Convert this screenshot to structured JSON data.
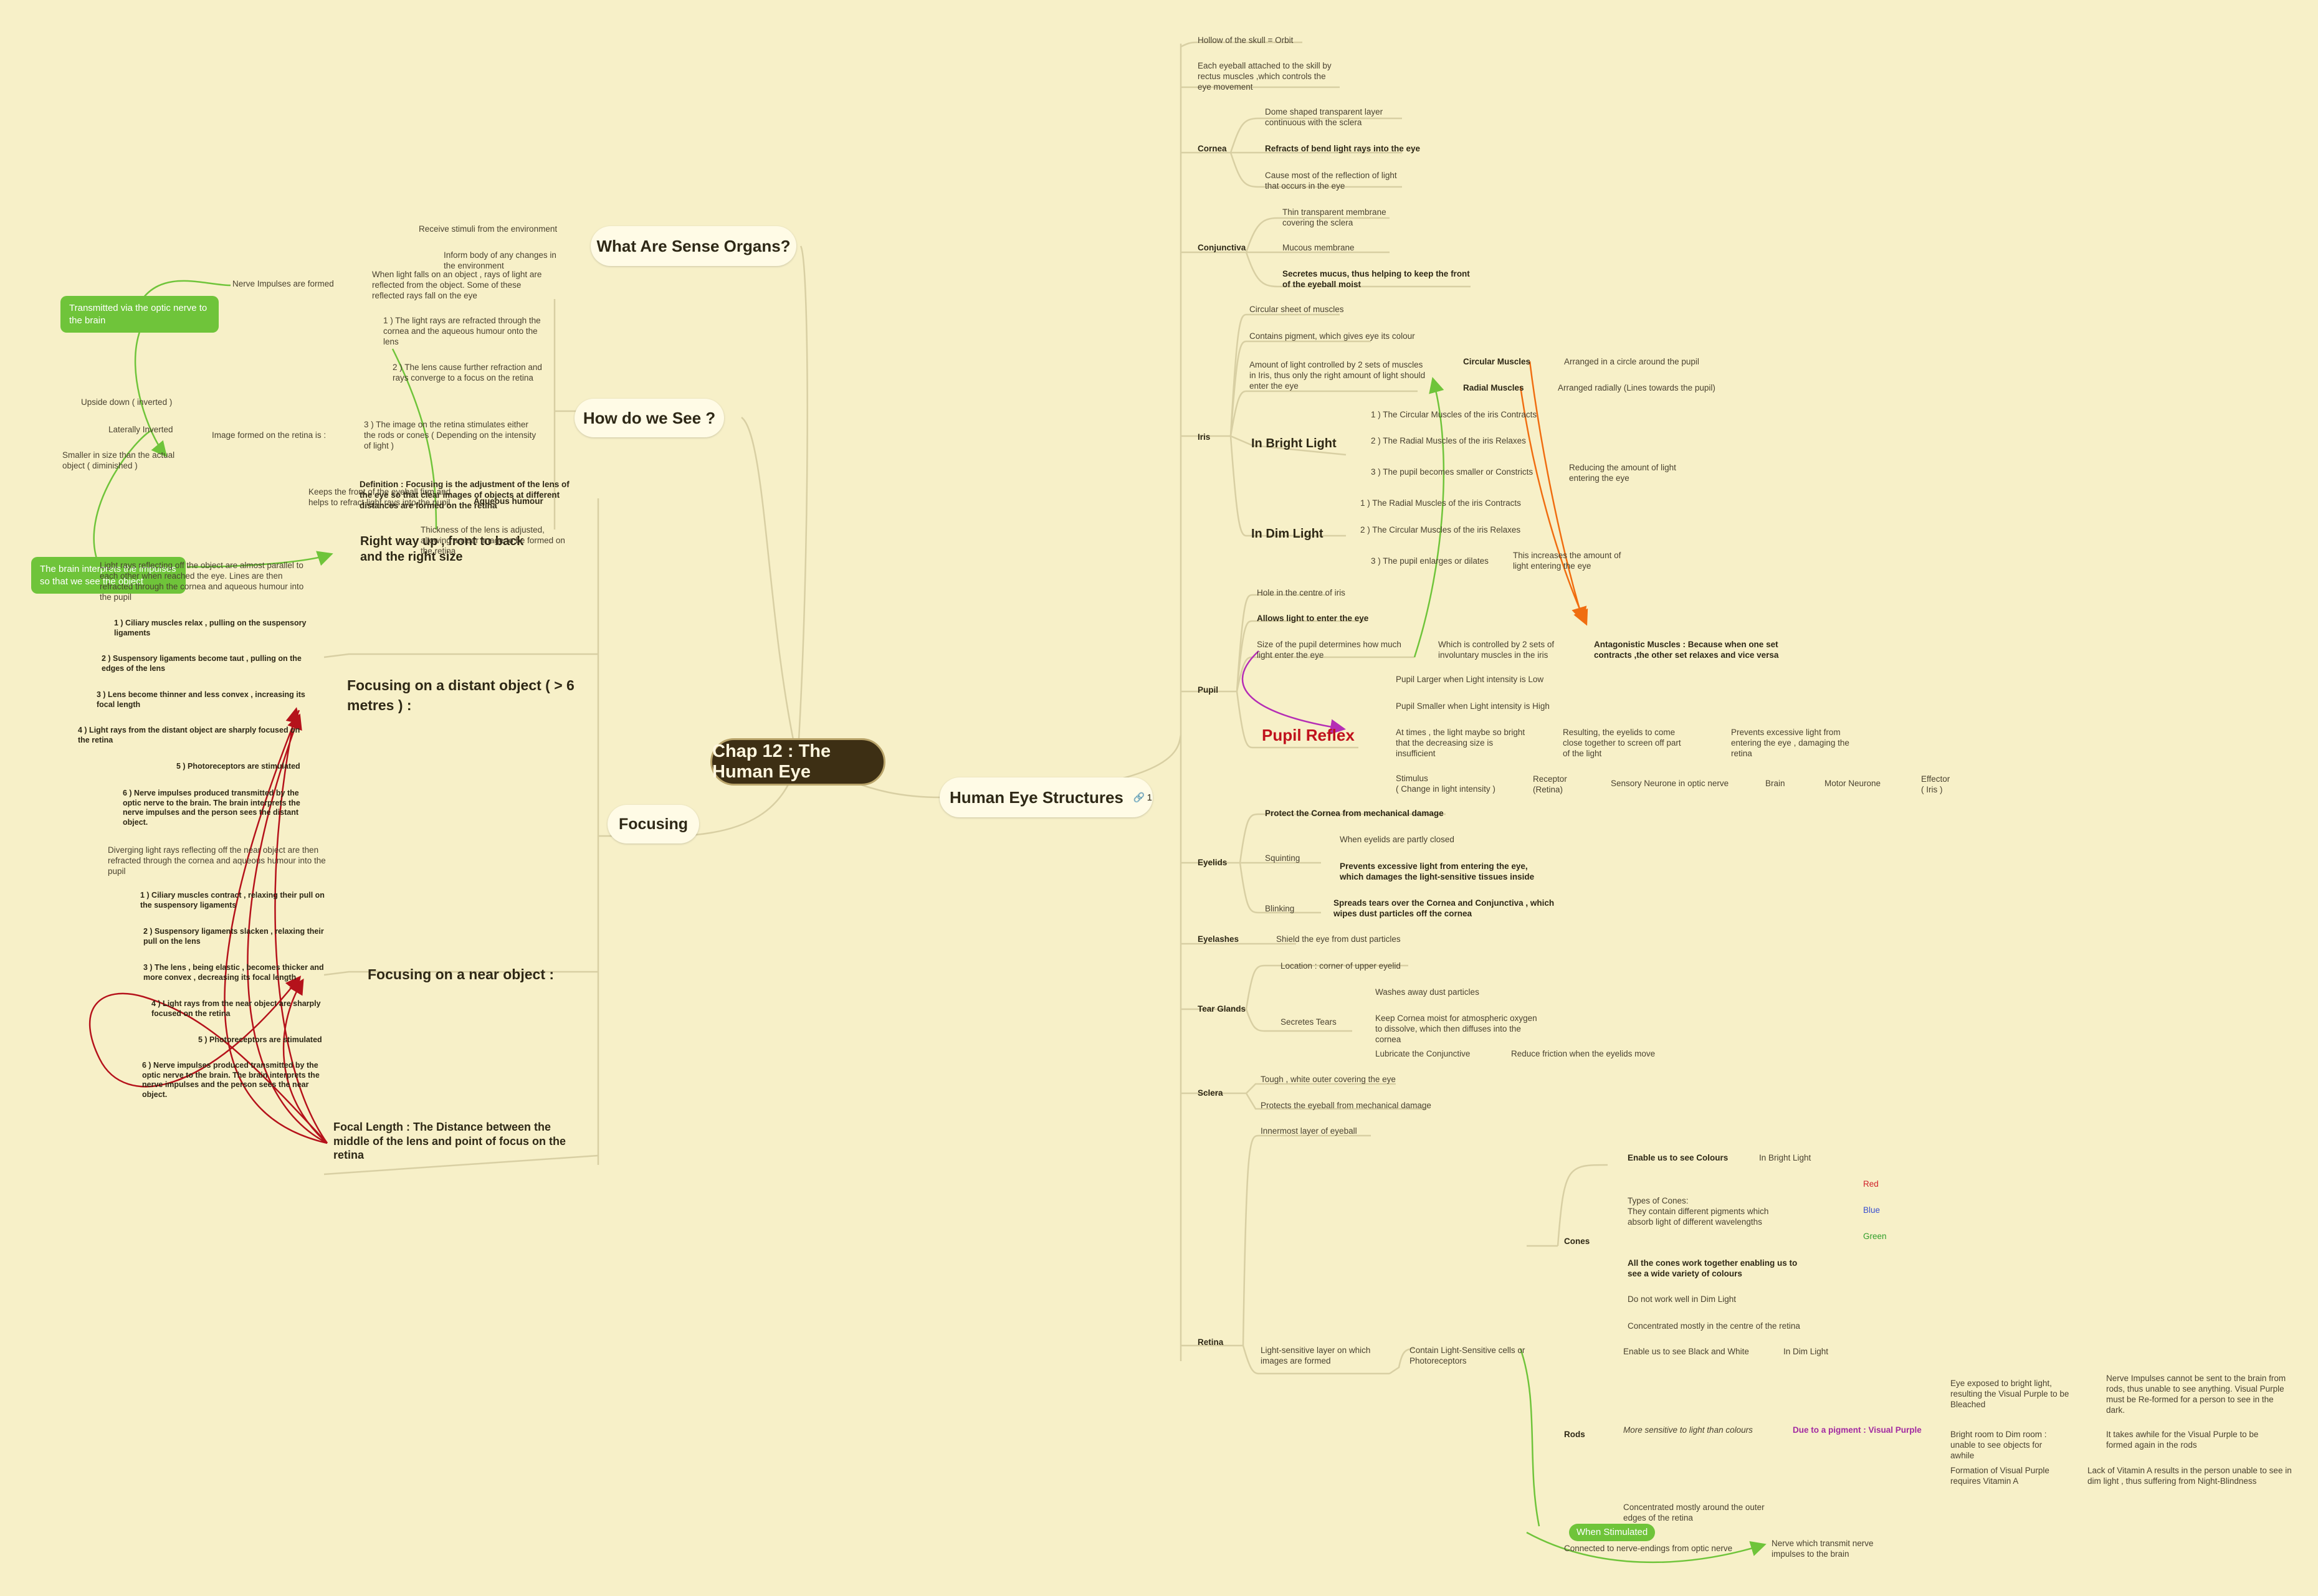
{
  "root": "Chap 12 : The Human Eye",
  "branches": {
    "sense_organs": {
      "title": "What Are Sense Organs?",
      "items": [
        "Receive stimuli from the environment",
        "Inform body of any changes in the environment"
      ]
    },
    "how_see": {
      "title": "How do we See ?",
      "intro": "When light falls on an object , rays of light are reflected from the object. Some of these reflected rays fall on the eye",
      "step1": "1 ) The light rays are refracted through the cornea and the aqueous humour onto the lens",
      "step2": "2 ) The lens cause further refraction and rays converge to a focus on the retina",
      "step3": "3 ) The image on the retina stimulates either the rods or cones ( Depending on the intensity of light )",
      "nerve": "Nerve Impulses are formed",
      "green_optic": "Transmitted via the optic nerve to the brain",
      "image_formed": "Image formed on the retina is :",
      "image_props": [
        "Upside down ( inverted )",
        "Laterally Inverted",
        "Smaller in size than the actual object ( diminished )"
      ],
      "green_brain": "The brain interprets the impulses so that we see the object",
      "aqueous": "Aqueous humour",
      "aqueous_desc": "Keeps the front of the eyeball firm and helps to refract light rays into the pupil",
      "right_way": "Right way up , front to back and the right size"
    },
    "focusing": {
      "title": "Focusing",
      "definition": "Definition : Focusing is the adjustment of the lens of the eye so that clear images of objects at different distances are formed on the retina",
      "thickness": "Thickness of the lens is adjusted, allowing a clear image to be formed on the retina",
      "distant_title": "Focusing on a distant object ( > 6 metres ) :",
      "distant_intro": "Light rays reflecting off the object are almost parallel to each other when reached the eye. Lines are then refracted through the cornea and aqueous humour into the pupil",
      "distant": [
        "1 ) Ciliary muscles relax , pulling on the suspensory ligaments",
        "2 ) Suspensory ligaments become taut , pulling on the edges of the lens",
        "3 ) Lens become thinner and less convex , increasing its focal length",
        "4 ) Light rays from the distant object are sharply focused on the retina",
        "5 ) Photoreceptors are stimulated",
        "6 ) Nerve impulses produced transmitted by the optic nerve to the brain. The brain interprets the nerve impulses and the person sees the distant object."
      ],
      "near_title": "Focusing on a near object :",
      "near_intro": "Diverging light rays reflecting off the near object are then refracted through the cornea and aqueous humour into the pupil",
      "near": [
        "1 ) Ciliary muscles contract , relaxing their pull on the suspensory ligaments",
        "2 ) Suspensory ligaments slacken , relaxing their pull on the lens",
        "3 ) The lens , being elastic , becomes thicker and more convex , decreasing its focal length",
        "4 ) Light rays from the near object are sharply focused on the retina",
        "5 ) Photoreceptors are stimulated",
        "6 ) Nerve impulses produced transmitted by the optic nerve to the brain. The brain interprets the nerve impulses and the person sees the near object."
      ],
      "focal_length": "Focal Length : The Distance between the middle of the lens and point of focus on the retina"
    },
    "structures": {
      "title": "Human Eye Structures",
      "badge": "1",
      "top": [
        "Hollow  of the skull = Orbit",
        "Each eyeball attached to the skill by rectus muscles ,which controls the eye movement"
      ],
      "cornea": {
        "label": "Cornea",
        "items": [
          "Dome shaped transparent layer continuous with the sclera",
          "Refracts of bend light rays into the eye",
          "Cause most of the reflection of light that occurs in the eye"
        ]
      },
      "conjunctiva": {
        "label": "Conjunctiva",
        "items": [
          "Thin transparent membrane covering the sclera",
          "Mucous membrane",
          "Secretes mucus, thus helping to keep the front of the eyeball moist"
        ]
      },
      "iris": {
        "label": "Iris",
        "items": [
          "Circular sheet of muscles",
          "Contains pigment, which gives eye its colour",
          "Amount of light controlled by 2 sets of muscles in Iris, thus only the right amount of light should enter the eye"
        ],
        "circular": "Circular Muscles",
        "circular_desc": "Arranged in a circle around the pupil",
        "radial": "Radial Muscles",
        "radial_desc": "Arranged radially (Lines towards the pupil)",
        "bright": "In Bright Light",
        "bright_items": [
          "1 ) The Circular Muscles of the iris Contracts",
          "2 ) The Radial Muscles of the iris Relaxes",
          "3 ) The pupil becomes smaller or Constricts"
        ],
        "bright_note": "Reducing the amount of light entering the eye",
        "dim": "In Dim Light",
        "dim_items": [
          "1 ) The Radial Muscles of the iris Contracts",
          "2 ) The Circular Muscles of the iris Relaxes",
          "3 ) The pupil enlarges or dilates"
        ],
        "dim_note": "This increases the amount of light entering the eye"
      },
      "pupil": {
        "label": "Pupil",
        "items": [
          "Hole in the centre of iris",
          "Allows light to enter the eye",
          "Size of the pupil determines how much light enter the eye"
        ],
        "controlled": "Which is controlled by 2 sets of involuntary muscles in the iris",
        "antagonistic": "Antagonistic Muscles : Because when one set contracts ,the other set relaxes and vice versa",
        "reflex": "Pupil Reflex",
        "reflex_items": [
          "Pupil Larger when Light intensity is Low",
          "Pupil Smaller when Light intensity is High",
          "At times , the light maybe so bright that the decreasing size is insufficient"
        ],
        "resulting": "Resulting, the eyelids to come close together to screen off part of the light",
        "prevents": "Prevents excessive light from entering the eye , damaging the retina",
        "stimulus": "Stimulus\n( Change in light intensity )",
        "arc": [
          "Receptor\n(Retina)",
          "Sensory Neurone in optic nerve",
          "Brain",
          "Motor Neurone",
          "Effector\n( Iris )"
        ]
      },
      "eyelids": {
        "label": "Eyelids",
        "protect": "Protect the Cornea from mechanical damage",
        "squinting": "Squinting",
        "squint_items": [
          "When eyelids are partly closed",
          "Prevents excessive light from entering the eye, which damages the light-sensitive tissues inside"
        ],
        "blinking": "Blinking",
        "blink_desc": "Spreads tears over the Cornea and Conjunctiva , which wipes dust particles off the cornea"
      },
      "eyelashes": {
        "label": "Eyelashes",
        "desc": "Shield the eye from dust particles"
      },
      "tear": {
        "label": "Tear Glands",
        "location": "Location : corner of upper eyelid",
        "secretes": "Secretes Tears",
        "items": [
          "Washes away dust particles",
          "Keep Cornea moist for atmospheric oxygen to dissolve, which then diffuses into the cornea",
          "Lubricate the Conjunctive"
        ],
        "friction": "Reduce friction when the eyelids move"
      },
      "sclera": {
        "label": "Sclera",
        "items": [
          "Tough , white outer covering the eye",
          "Protects the eyeball from mechanical damage"
        ]
      },
      "retina": {
        "label": "Retina",
        "innermost": "Innermost layer of eyeball",
        "layer": "Light-sensitive layer on which images are formed",
        "contain": "Contain Light-Sensitive cells or Photoreceptors",
        "cones": "Cones",
        "cone_colours": "Enable us to see Colours",
        "bright": "In Bright Light",
        "types": "Types of Cones:\nThey contain different pigments which absorb light of different wavelengths",
        "red": "Red",
        "blue": "Blue",
        "green": "Green",
        "cone_items": [
          "All the cones work together enabling us to see a wide variety of colours",
          "Do not work well in Dim Light",
          "Concentrated mostly in the centre of the retina"
        ],
        "rods": "Rods",
        "bw": "Enable us to see Black and White",
        "dim": "In Dim Light",
        "sensitive": "More sensitive to light than colours",
        "pigment": "Due to a pigment : Visual Purple",
        "purple": [
          "Eye exposed to bright light, resulting the Visual Purple to be Bleached",
          "Bright room to Dim room : unable to see objects for awhile",
          "Formation of Visual Purple requires Vitamin A"
        ],
        "purple_notes": [
          "Nerve Impulses cannot be sent to the brain from rods, thus unable to see anything. Visual Purple must be Re-formed for a person to see in the dark.",
          "It takes awhile for the Visual Purple to be formed again in the rods",
          "Lack of Vitamin A results in the person unable to see in dim light , thus suffering from Night-Blindness"
        ],
        "rods_conc": "Concentrated mostly around the outer edges of the retina",
        "stimulated": "When Stimulated",
        "connected": "Connected to nerve-endings from optic nerve",
        "transmit": "Nerve which transmit nerve impulses to the brain"
      }
    }
  },
  "colors": {
    "background": "#f7f0c8",
    "line": "#d8cfa3",
    "root": "#3d2f14",
    "green": "#6fc43a",
    "red_arrow": "#b5121b",
    "orange_arrow": "#f06d10",
    "purple_arrow": "#b52db5"
  }
}
